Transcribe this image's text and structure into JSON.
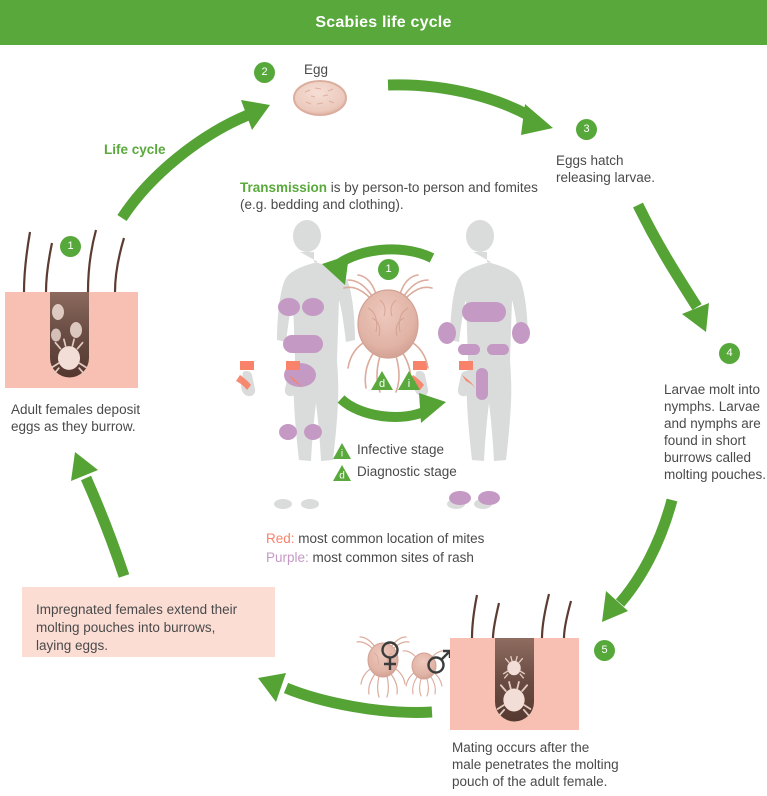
{
  "header": {
    "title": "Scabies life cycle",
    "bg_color": "#58a83b",
    "text_color": "#ffffff"
  },
  "colors": {
    "green": "#57a83b",
    "arrow_green": "#55a335",
    "skin_pink": "#f7c0b2",
    "pink_box": "#fbddd4",
    "rash_purple": "#c49ac4",
    "mite_red": "#f8836a",
    "body_gray": "#d9dcdb",
    "text": "#4a4a4a"
  },
  "life_cycle_label": "Life cycle",
  "egg": {
    "label": "Egg"
  },
  "steps": [
    {
      "number": "1",
      "caption": "Adult females deposit\neggs as they burrow.",
      "icon": "skin-burrow-with-mite"
    },
    {
      "number": "2",
      "caption": "",
      "icon": "egg"
    },
    {
      "number": "3",
      "caption": "Eggs hatch\nreleasing larvae.",
      "icon": "none"
    },
    {
      "number": "4",
      "caption": "Larvae molt into\nnymphs. Larvae\nand nymphs are\nfound in short\nburrows called\nmolting pouches.",
      "icon": "none"
    },
    {
      "number": "5",
      "caption": "Mating occurs after the\nmale penetrates the molting\npouch of the adult female.",
      "icon": "skin-burrow-mating"
    }
  ],
  "impregnated_note": "Impregnated females extend their\nmolting pouches into burrows,\nlaying eggs.",
  "transmission": {
    "keyword": "Transmission",
    "rest": " is by person-to person and fomites\n(e.g. bedding and clothing).",
    "badge": "1"
  },
  "stage_legend": [
    {
      "marker": "i",
      "label": "Infective stage"
    },
    {
      "marker": "d",
      "label": "Diagnostic stage"
    }
  ],
  "color_legend": [
    {
      "keyword": "Red:",
      "rest": " most common location of mites"
    },
    {
      "keyword": "Purple:",
      "rest": " most common sites of rash"
    }
  ],
  "sex_symbols": {
    "female": "♀",
    "male": "♂"
  }
}
